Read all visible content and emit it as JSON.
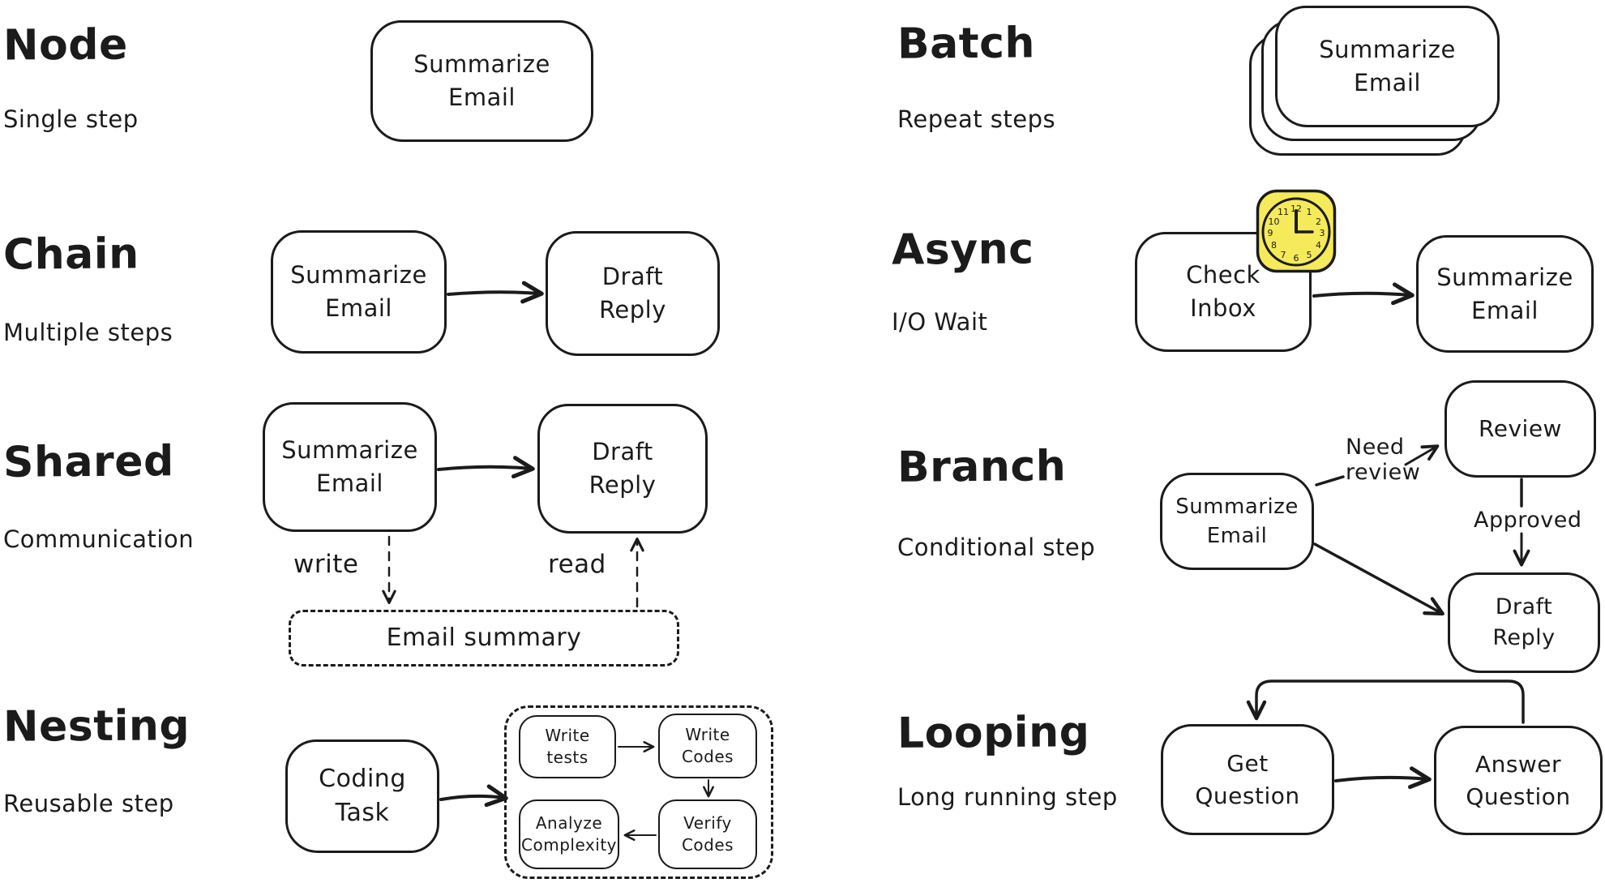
{
  "colors": {
    "stroke": "#1b1b1b",
    "clock_fill": "#f5ea5a",
    "background": "#ffffff"
  },
  "sections": {
    "node": {
      "title": "Node",
      "subtitle": "Single step",
      "nodes": {
        "summarize": "Summarize Email"
      }
    },
    "chain": {
      "title": "Chain",
      "subtitle": "Multiple steps",
      "nodes": {
        "summarize": "Summarize Email",
        "draft": "Draft Reply"
      }
    },
    "shared": {
      "title": "Shared",
      "subtitle": "Communication",
      "nodes": {
        "summarize": "Summarize Email",
        "draft": "Draft Reply",
        "store": "Email summary"
      },
      "labels": {
        "write": "write",
        "read": "read"
      }
    },
    "nesting": {
      "title": "Nesting",
      "subtitle": "Reusable step",
      "nodes": {
        "coding": "Coding Task",
        "write_tests": "Write tests",
        "write_codes": "Write Codes",
        "analyze": "Analyze Complexity",
        "verify": "Verify Codes"
      }
    },
    "batch": {
      "title": "Batch",
      "subtitle": "Repeat steps",
      "nodes": {
        "summarize": "Summarize Email"
      }
    },
    "async": {
      "title": "Async",
      "subtitle": "I/O Wait",
      "nodes": {
        "check": "Check Inbox",
        "summarize": "Summarize Email"
      }
    },
    "branch": {
      "title": "Branch",
      "subtitle": "Conditional step",
      "nodes": {
        "summarize": "Summarize Email",
        "review": "Review",
        "draft": "Draft Reply"
      },
      "labels": {
        "need_review": "Need review",
        "approved": "Approved"
      }
    },
    "looping": {
      "title": "Looping",
      "subtitle": "Long running step",
      "nodes": {
        "get": "Get Question",
        "answer": "Answer Question"
      }
    }
  },
  "clock": {
    "numbers": [
      "12",
      "1",
      "2",
      "3",
      "4",
      "5",
      "6",
      "7",
      "8",
      "9",
      "10",
      "11"
    ]
  }
}
